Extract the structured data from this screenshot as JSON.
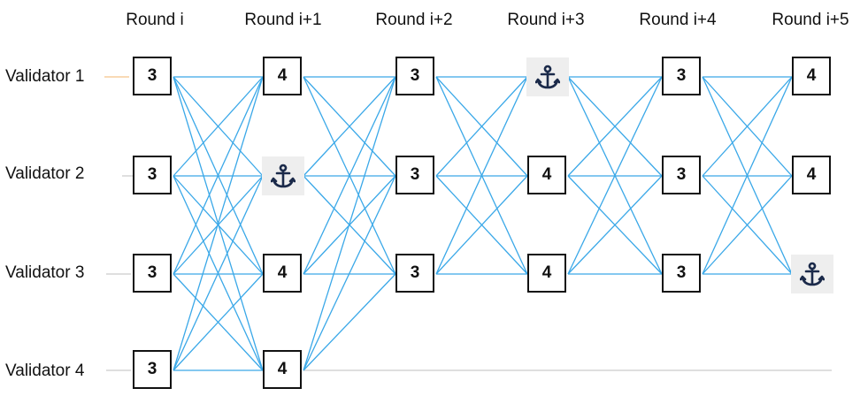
{
  "rounds": [
    "Round i",
    "Round i+1",
    "Round i+2",
    "Round i+3",
    "Round i+4",
    "Round i+5"
  ],
  "validators": [
    "Validator 1",
    "Validator 2",
    "Validator 3",
    "Validator 4"
  ],
  "grid": [
    [
      "3",
      "3",
      "3",
      "3"
    ],
    [
      "4",
      "anchor",
      "4",
      "4"
    ],
    [
      "3",
      "3",
      "3",
      null
    ],
    [
      "anchor",
      "4",
      "4",
      null
    ],
    [
      "3",
      "3",
      "3",
      null
    ],
    [
      "4",
      "4",
      "anchor",
      null
    ]
  ],
  "colors": {
    "edge": "#3aa8e8",
    "anchor": "#1b2a4a",
    "node_border": "#111111",
    "lane": "#cccccc",
    "lane_v1": "#f5c48a"
  },
  "icons": {
    "anchor": "anchor-icon"
  }
}
